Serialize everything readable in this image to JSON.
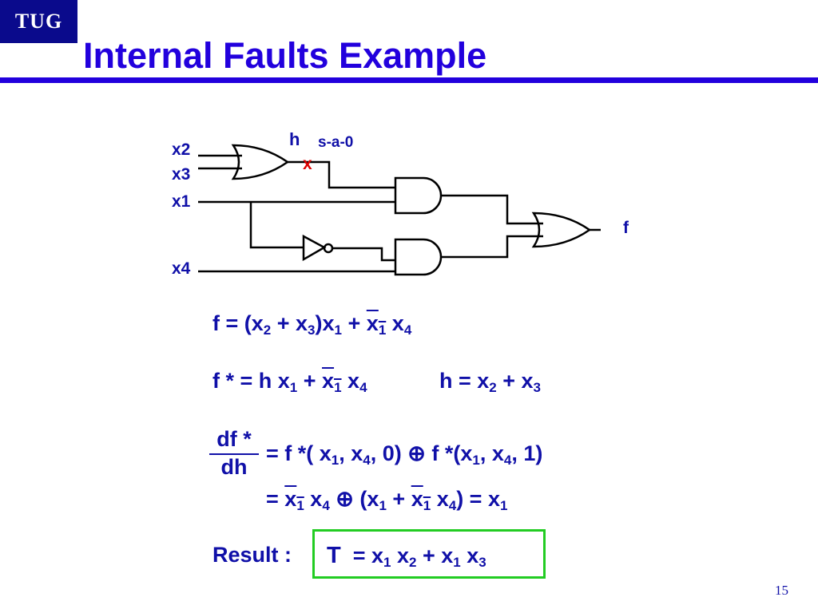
{
  "logo": "TUG",
  "title": "Internal Faults Example",
  "circuit": {
    "inputs": [
      "x2",
      "x3",
      "x1",
      "x4"
    ],
    "node_label": "h",
    "fault_label": "s-a-0",
    "fault_mark": "x",
    "output": "f",
    "colors": {
      "wire": "#000000",
      "label": "#1010a8",
      "fault": "#dd0000"
    }
  },
  "equations": {
    "eq1": {
      "lhs": "f = (x",
      "s1": "2",
      "t1": " + x",
      "s2": "3",
      "t2": ")x",
      "s3": "1",
      "t3": " + ",
      "bar": "x",
      "s4": "1",
      "t4": " x",
      "s5": "4"
    },
    "eq2": {
      "lhs": "f * = h x",
      "s1": "1",
      "t1": " + ",
      "bar": "x",
      "s2": "1",
      "t2": " x",
      "s3": "4"
    },
    "eq3": {
      "lhs": "h = x",
      "s1": "2",
      "t1": " + x",
      "s2": "3"
    },
    "frac_num": "df *",
    "frac_den": "dh",
    "eq4": {
      "a": "= f *( x",
      "s1": "1",
      "b": ", x",
      "s2": "4",
      "c": ", 0) ",
      "op": "⊕",
      "d": " f *(x",
      "s3": "1",
      "e": ", x",
      "s4": "4",
      "f": ", 1)"
    },
    "eq5": {
      "a": "= ",
      "bar1": "x",
      "s1": "1",
      "b": " x",
      "s2": "4",
      "c": " ",
      "op": "⊕",
      "d": " (x",
      "s3": "1",
      "e": " + ",
      "bar2": "x",
      "s4": "1",
      "f": " x",
      "s5": "4",
      "g": ") = x",
      "s6": "1"
    },
    "result": {
      "label": "Result :",
      "T": "T",
      "a": "= x",
      "s1": "1",
      "b": " x",
      "s2": "2",
      "c": " + x",
      "s3": "1",
      "d": " x",
      "s4": "3"
    }
  },
  "page_number": "15"
}
